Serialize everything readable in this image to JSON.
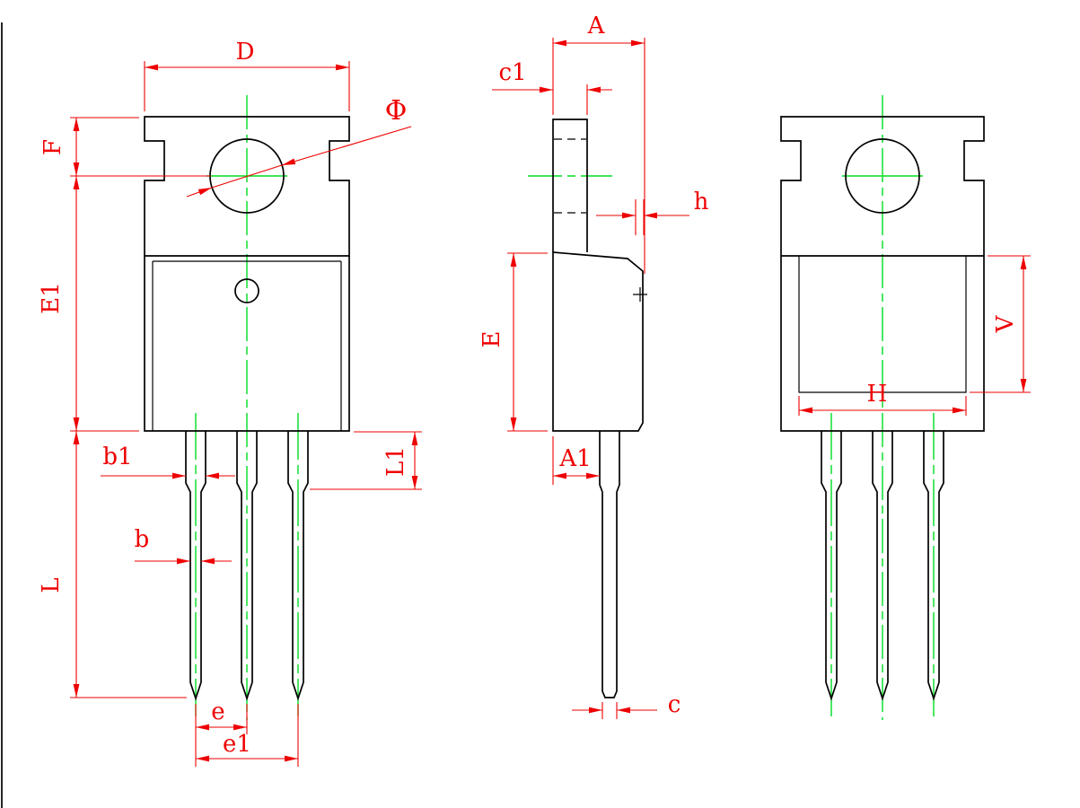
{
  "colors": {
    "outline": "#000000",
    "dim": "#ee0000",
    "center": "#00dd22",
    "bg": "#ffffff"
  },
  "views": {
    "front": {
      "dims": {
        "D": "D",
        "F": "F",
        "E1": "E1",
        "L": "L",
        "L1": "L1",
        "b1": "b1",
        "b": "b",
        "e": "e",
        "e1": "e1",
        "phi": "Φ"
      }
    },
    "side": {
      "dims": {
        "A": "A",
        "c1": "c1",
        "h": "h",
        "E": "E",
        "A1": "A1",
        "c": "c"
      }
    },
    "back": {
      "dims": {
        "V": "V",
        "H": "H"
      }
    }
  }
}
